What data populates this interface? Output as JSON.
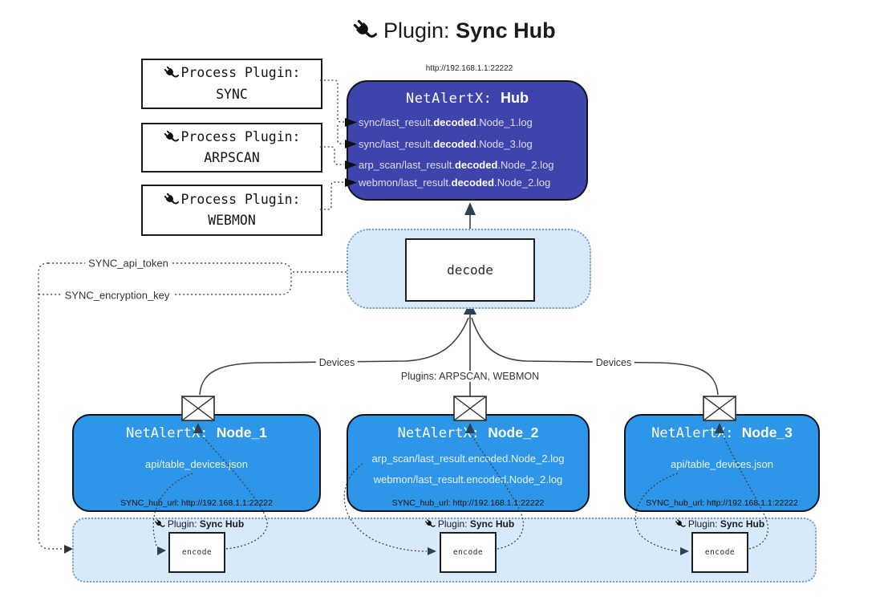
{
  "title": {
    "prefix": "Plugin: ",
    "bold": "Sync Hub"
  },
  "process_plugins": [
    {
      "line1": "Process Plugin:",
      "name": "SYNC"
    },
    {
      "line1": "Process Plugin:",
      "name": "ARPSCAN"
    },
    {
      "line1": "Process Plugin:",
      "name": "WEBMON"
    }
  ],
  "hub": {
    "url_label": "http://192.168.1.1:22222",
    "title_prefix": "NetAlertX: ",
    "title_bold": "Hub",
    "rows": [
      {
        "pre": "sync/last_result.",
        "bold": "decoded",
        "post": ".Node_1.log"
      },
      {
        "pre": "sync/last_result.",
        "bold": "decoded",
        "post": ".Node_3.log"
      },
      {
        "pre": "arp_scan/last_result.",
        "bold": "decoded",
        "post": ".Node_2.log"
      },
      {
        "pre": "webmon/last_result.",
        "bold": "decoded",
        "post": ".Node_2.log"
      }
    ]
  },
  "decode": {
    "label": "decode"
  },
  "settings": {
    "api_token": "SYNC_api_token",
    "encryption_key": "SYNC_encryption_key"
  },
  "edges": {
    "devices_left": "Devices",
    "devices_right": "Devices",
    "plugins_center": "Plugins: ARPSCAN, WEBMON"
  },
  "nodes": [
    {
      "title_prefix": "NetAlertX: ",
      "title_bold": "Node_1",
      "rows": [
        "api/table_devices.json"
      ],
      "hub_url": "SYNC_hub_url: http://192.168.1.1:22222"
    },
    {
      "title_prefix": "NetAlertX: ",
      "title_bold": "Node_2",
      "rows": [
        "arp_scan/last_result.encoded.Node_2.log",
        "webmon/last_result.encoded.Node_2.log"
      ],
      "hub_url": "SYNC_hub_url: http://192.168.1.1:22222"
    },
    {
      "title_prefix": "NetAlertX: ",
      "title_bold": "Node_3",
      "rows": [
        "api/table_devices.json"
      ],
      "hub_url": "SYNC_hub_url: http://192.168.1.1:22222"
    }
  ],
  "encoders": [
    {
      "label_prefix": "Plugin: ",
      "label_bold": "Sync Hub",
      "box_label": "encode"
    },
    {
      "label_prefix": "Plugin: ",
      "label_bold": "Sync Hub",
      "box_label": "encode"
    },
    {
      "label_prefix": "Plugin: ",
      "label_bold": "Sync Hub",
      "box_label": "encode"
    }
  ],
  "colors": {
    "hub_fill": "#3e44ab",
    "node_fill": "#2e96e8",
    "panel_fill": "#d8e9fa",
    "panel_border": "#7d9cb8",
    "arrow_dark": "#2e4053"
  }
}
